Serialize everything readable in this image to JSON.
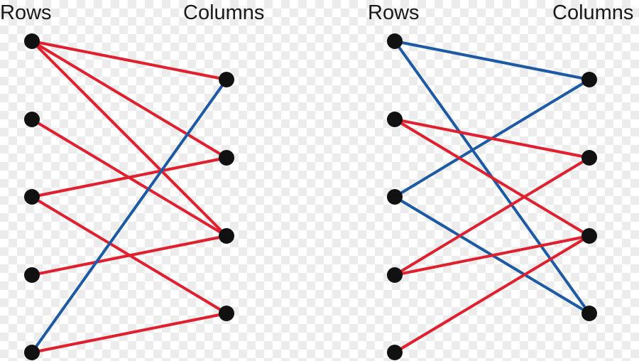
{
  "colors": {
    "red": "#e0202e",
    "blue": "#1c5aa6",
    "node": "#111111"
  },
  "graphs": [
    {
      "rows_label": "Rows",
      "columns_label": "Columns",
      "rows_count": 5,
      "columns_count": 4,
      "edges": [
        {
          "row": 1,
          "col": 1,
          "color": "red"
        },
        {
          "row": 1,
          "col": 2,
          "color": "red"
        },
        {
          "row": 1,
          "col": 3,
          "color": "red"
        },
        {
          "row": 2,
          "col": 3,
          "color": "red"
        },
        {
          "row": 3,
          "col": 2,
          "color": "red"
        },
        {
          "row": 3,
          "col": 4,
          "color": "red"
        },
        {
          "row": 4,
          "col": 3,
          "color": "red"
        },
        {
          "row": 5,
          "col": 4,
          "color": "red"
        },
        {
          "row": 5,
          "col": 1,
          "color": "blue"
        }
      ]
    },
    {
      "rows_label": "Rows",
      "columns_label": "Columns",
      "rows_count": 5,
      "columns_count": 4,
      "edges": [
        {
          "row": 1,
          "col": 1,
          "color": "blue"
        },
        {
          "row": 1,
          "col": 4,
          "color": "blue"
        },
        {
          "row": 3,
          "col": 1,
          "color": "blue"
        },
        {
          "row": 3,
          "col": 4,
          "color": "blue"
        },
        {
          "row": 2,
          "col": 2,
          "color": "red"
        },
        {
          "row": 2,
          "col": 3,
          "color": "red"
        },
        {
          "row": 4,
          "col": 2,
          "color": "red"
        },
        {
          "row": 4,
          "col": 3,
          "color": "red"
        },
        {
          "row": 5,
          "col": 3,
          "color": "red"
        }
      ]
    }
  ]
}
